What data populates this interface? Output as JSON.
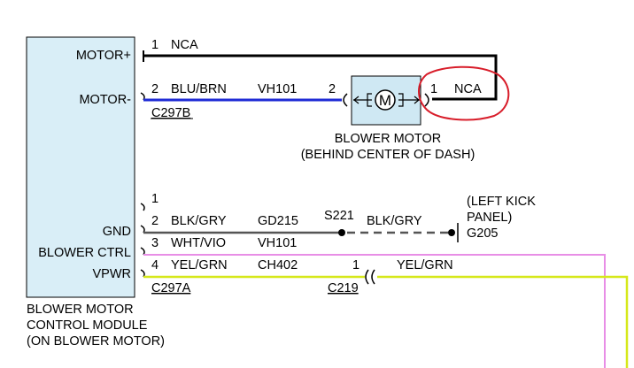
{
  "module": {
    "pins": {
      "motor_pos": "MOTOR+",
      "motor_neg": "MOTOR-",
      "gnd": "GND",
      "blower_ctrl": "BLOWER CTRL",
      "vpwr": "VPWR"
    },
    "caption": [
      "BLOWER MOTOR",
      "CONTROL MODULE",
      "(ON BLOWER MOTOR)"
    ]
  },
  "connectors": {
    "c297b": "C297B",
    "c297a": "C297A",
    "c219": "C219"
  },
  "wires": {
    "motor_pos": {
      "pin": "1",
      "color": "NCA"
    },
    "motor_neg": {
      "pin": "2",
      "color": "BLU/BRN",
      "circuit": "VH101",
      "motor_pin": "2"
    },
    "motor_return": {
      "pin": "1",
      "color": "NCA"
    },
    "spare": {
      "pin": "1"
    },
    "gnd": {
      "pin": "2",
      "color": "BLK/GRY",
      "circuit": "GD215"
    },
    "gnd_splice": {
      "name": "S221",
      "color": "BLK/GRY"
    },
    "blower_ctrl": {
      "pin": "3",
      "color": "WHT/VIO",
      "circuit": "VH101"
    },
    "vpwr": {
      "pin": "4",
      "color": "YEL/GRN",
      "circuit": "CH402"
    },
    "vpwr_inline": {
      "pin": "1",
      "color": "YEL/GRN"
    }
  },
  "motor": {
    "symbol": "M",
    "caption": [
      "BLOWER MOTOR",
      "(BEHIND CENTER OF DASH)"
    ]
  },
  "ground": {
    "location": [
      "(LEFT KICK",
      "PANEL)"
    ],
    "name": "G205"
  },
  "colors": {
    "module_fill": "#d9eef7",
    "motor_fill": "#cfe8f3",
    "blue_wire": "#1f2bd6",
    "gray_wire": "#555555",
    "pink_wire": "#e88ee6",
    "yellow_wire": "#d6e81a",
    "highlight_circle": "#d81d2a"
  }
}
